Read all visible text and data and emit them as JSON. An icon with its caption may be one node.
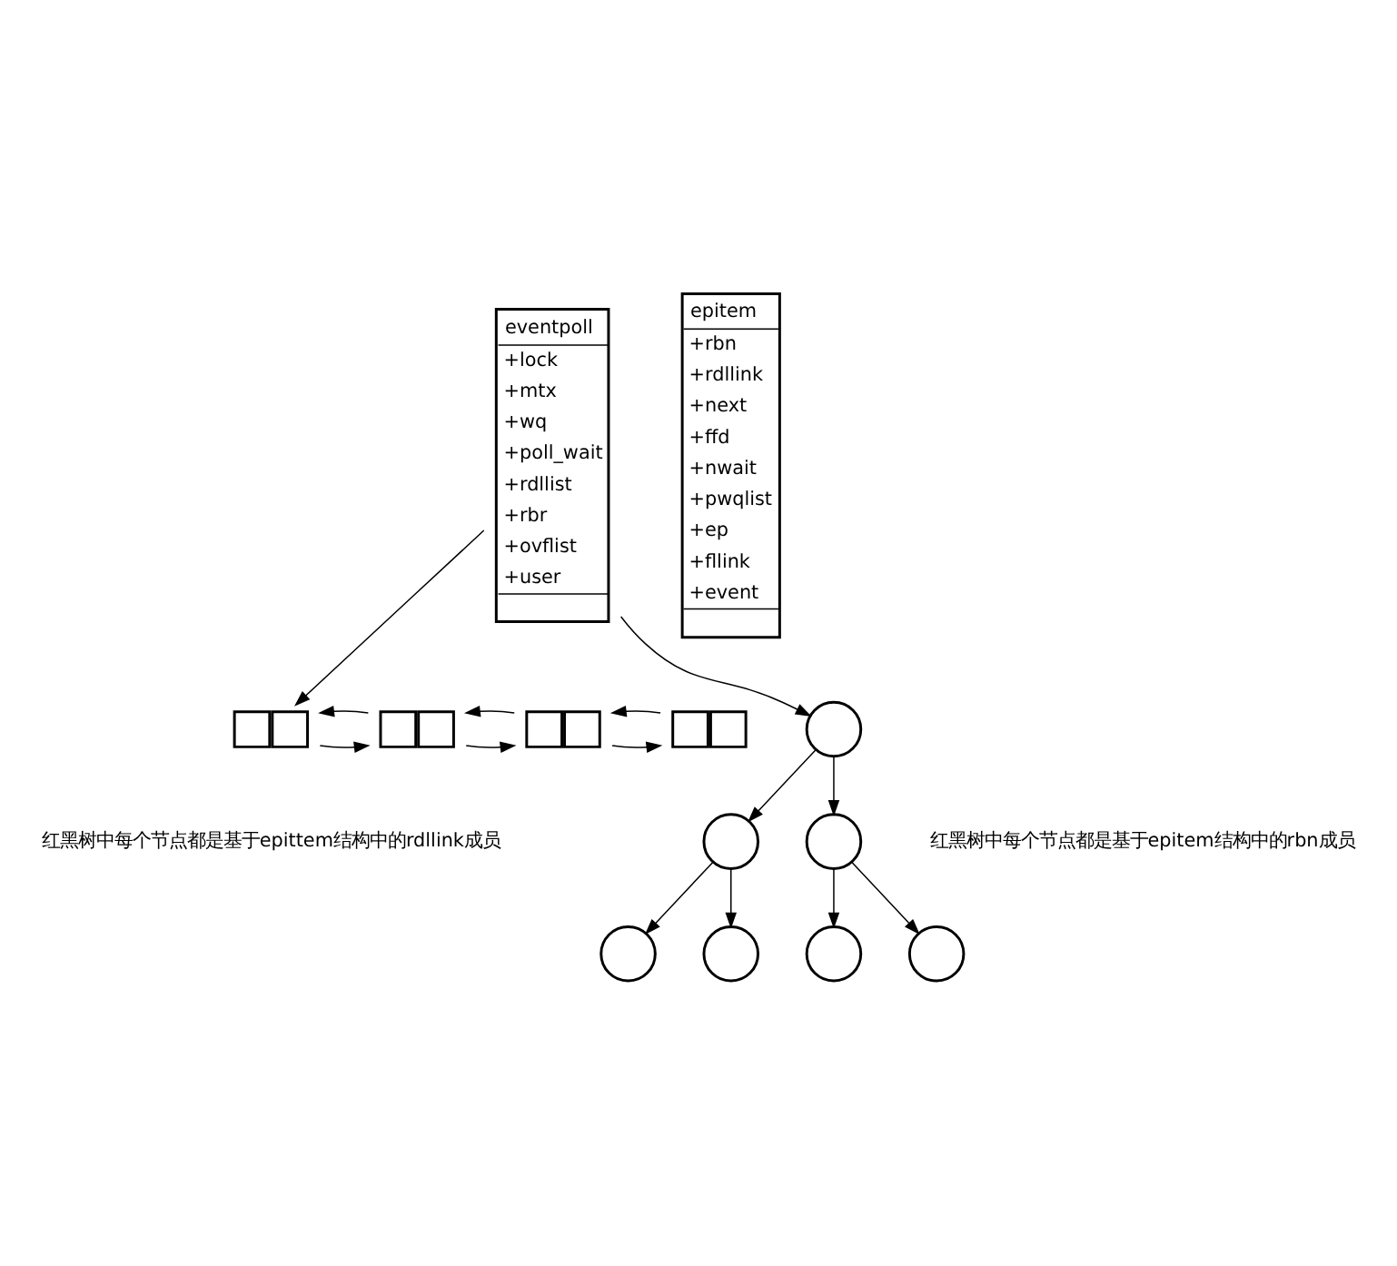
{
  "diagram": {
    "nodes": [
      {
        "text": [],
        "shape": "box"
      },
      {
        "text": [],
        "shape": "box"
      },
      {
        "text": [],
        "shape": "box"
      },
      {
        "text": [],
        "shape": "box"
      },
      {
        "text": [
          "eventpoll",
          "+lock",
          "+mtx",
          "+wq",
          "+poll_wait",
          "+rdllist",
          "+rbr",
          "+ovflist",
          "+user"
        ]
      },
      {
        "text": [
          "epitem",
          "+rbn",
          "+rdllink",
          "+next",
          "+ffd",
          "+nwait",
          "+pwqlist",
          "+ep",
          "+fllink",
          "+event"
        ]
      },
      {
        "text": [],
        "shape": "circle"
      },
      {
        "text": [],
        "shape": "circle"
      },
      {
        "text": [],
        "shape": "circle"
      },
      {
        "text": [],
        "shape": "circle"
      },
      {
        "text": [],
        "shape": "circle"
      },
      {
        "text": [],
        "shape": "circle"
      },
      {
        "text": [],
        "shape": "circle"
      }
    ],
    "edges": [
      {
        "from": 0,
        "to": 1,
        "arrow": "to"
      },
      {
        "from": 1,
        "to": 0,
        "arrow": "to"
      },
      {
        "from": 1,
        "to": 2,
        "arrow": "to"
      },
      {
        "from": 2,
        "to": 1,
        "arrow": "to"
      },
      {
        "from": 2,
        "to": 3,
        "arrow": "to"
      },
      {
        "from": 3,
        "to": 2,
        "arrow": "to"
      },
      {
        "from": 4,
        "to": 0,
        "arrow": "to"
      },
      {
        "from": 4,
        "to": 6,
        "arrow": "to"
      },
      {
        "from": 6,
        "to": 7,
        "arrow": "to"
      },
      {
        "from": 6,
        "to": 8,
        "arrow": "to"
      },
      {
        "from": 7,
        "to": 9,
        "arrow": "to"
      },
      {
        "from": 7,
        "to": 10,
        "arrow": "to"
      },
      {
        "from": 8,
        "to": 11,
        "arrow": "to"
      },
      {
        "from": 8,
        "to": 12,
        "arrow": "to"
      }
    ],
    "labels": [
      "红黑树中每个节点都是基于epittem结构中的rdllink成员",
      "红黑树中每个节点都是基于epitem结构中的rbn成员"
    ]
  }
}
